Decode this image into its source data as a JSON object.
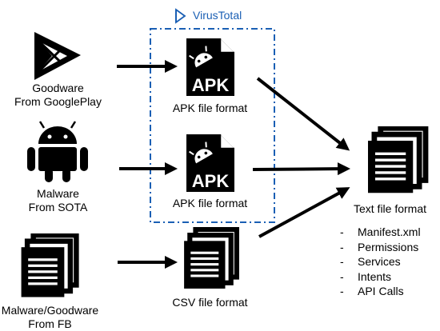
{
  "virustotal": {
    "label": "VirusTotal",
    "accent": "#1a5fb4"
  },
  "sources": {
    "googleplay": {
      "line1": "Goodware",
      "line2": "From GooglePlay",
      "icon": "google-play-icon"
    },
    "sota": {
      "line1": "Malware",
      "line2": "From SOTA",
      "icon": "android-icon"
    },
    "fb": {
      "line1": "Malware/Goodware",
      "line2": "From FB",
      "icon": "documents-icon"
    }
  },
  "formats": {
    "apk_top": {
      "label": "APK file format",
      "badge": "APK"
    },
    "apk_bottom": {
      "label": "APK file format",
      "badge": "APK"
    },
    "csv": {
      "label": "CSV file format"
    }
  },
  "output": {
    "label": "Text file format",
    "fields": [
      "Manifest.xml",
      "Permissions",
      "Services",
      "Intents",
      "API Calls"
    ]
  }
}
